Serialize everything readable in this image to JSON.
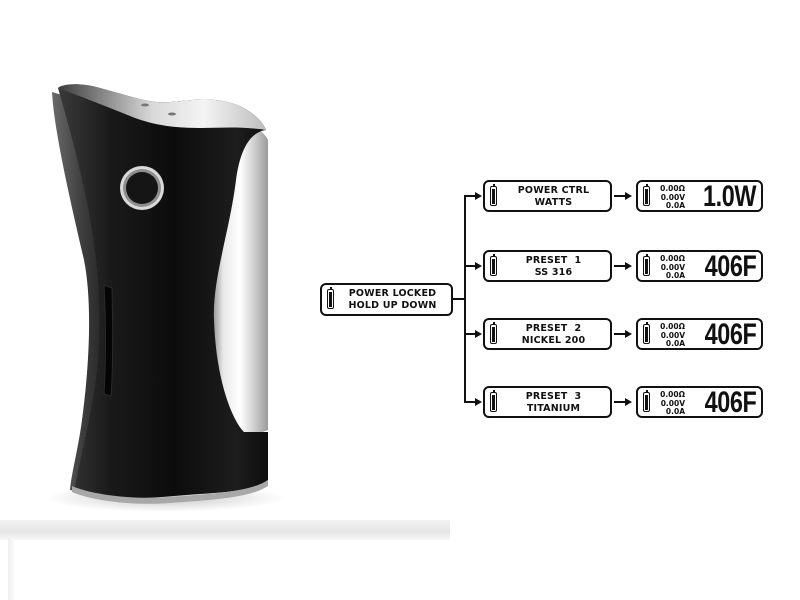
{
  "diagram": {
    "root": {
      "line1": "POWER LOCKED",
      "line2": "HOLD UP DOWN"
    },
    "modes": [
      {
        "line1": "POWER CTRL",
        "line2": "WATTS",
        "display": {
          "resistance": "0.00Ω",
          "voltage": "0.00V",
          "current": "0.0A",
          "main": "1.0W"
        }
      },
      {
        "line1": "PRESET  1",
        "line2": "SS 316",
        "display": {
          "resistance": "0.00Ω",
          "voltage": "0.00V",
          "current": "0.0A",
          "main": "406F"
        }
      },
      {
        "line1": "PRESET  2",
        "line2": "NICKEL 200",
        "display": {
          "resistance": "0.00Ω",
          "voltage": "0.00V",
          "current": "0.0A",
          "main": "406F"
        }
      },
      {
        "line1": "PRESET  3",
        "line2": "TITANIUM",
        "display": {
          "resistance": "0.00Ω",
          "voltage": "0.00V",
          "current": "0.0A",
          "main": "406F"
        }
      }
    ]
  },
  "icons": {
    "battery": "battery-icon",
    "arrow": "arrow-right-icon",
    "fire_button": "fire-button-icon"
  },
  "colors": {
    "device_body": "#111111",
    "device_metal": "#c8c8c8",
    "line": "#111111",
    "background": "#ffffff"
  }
}
